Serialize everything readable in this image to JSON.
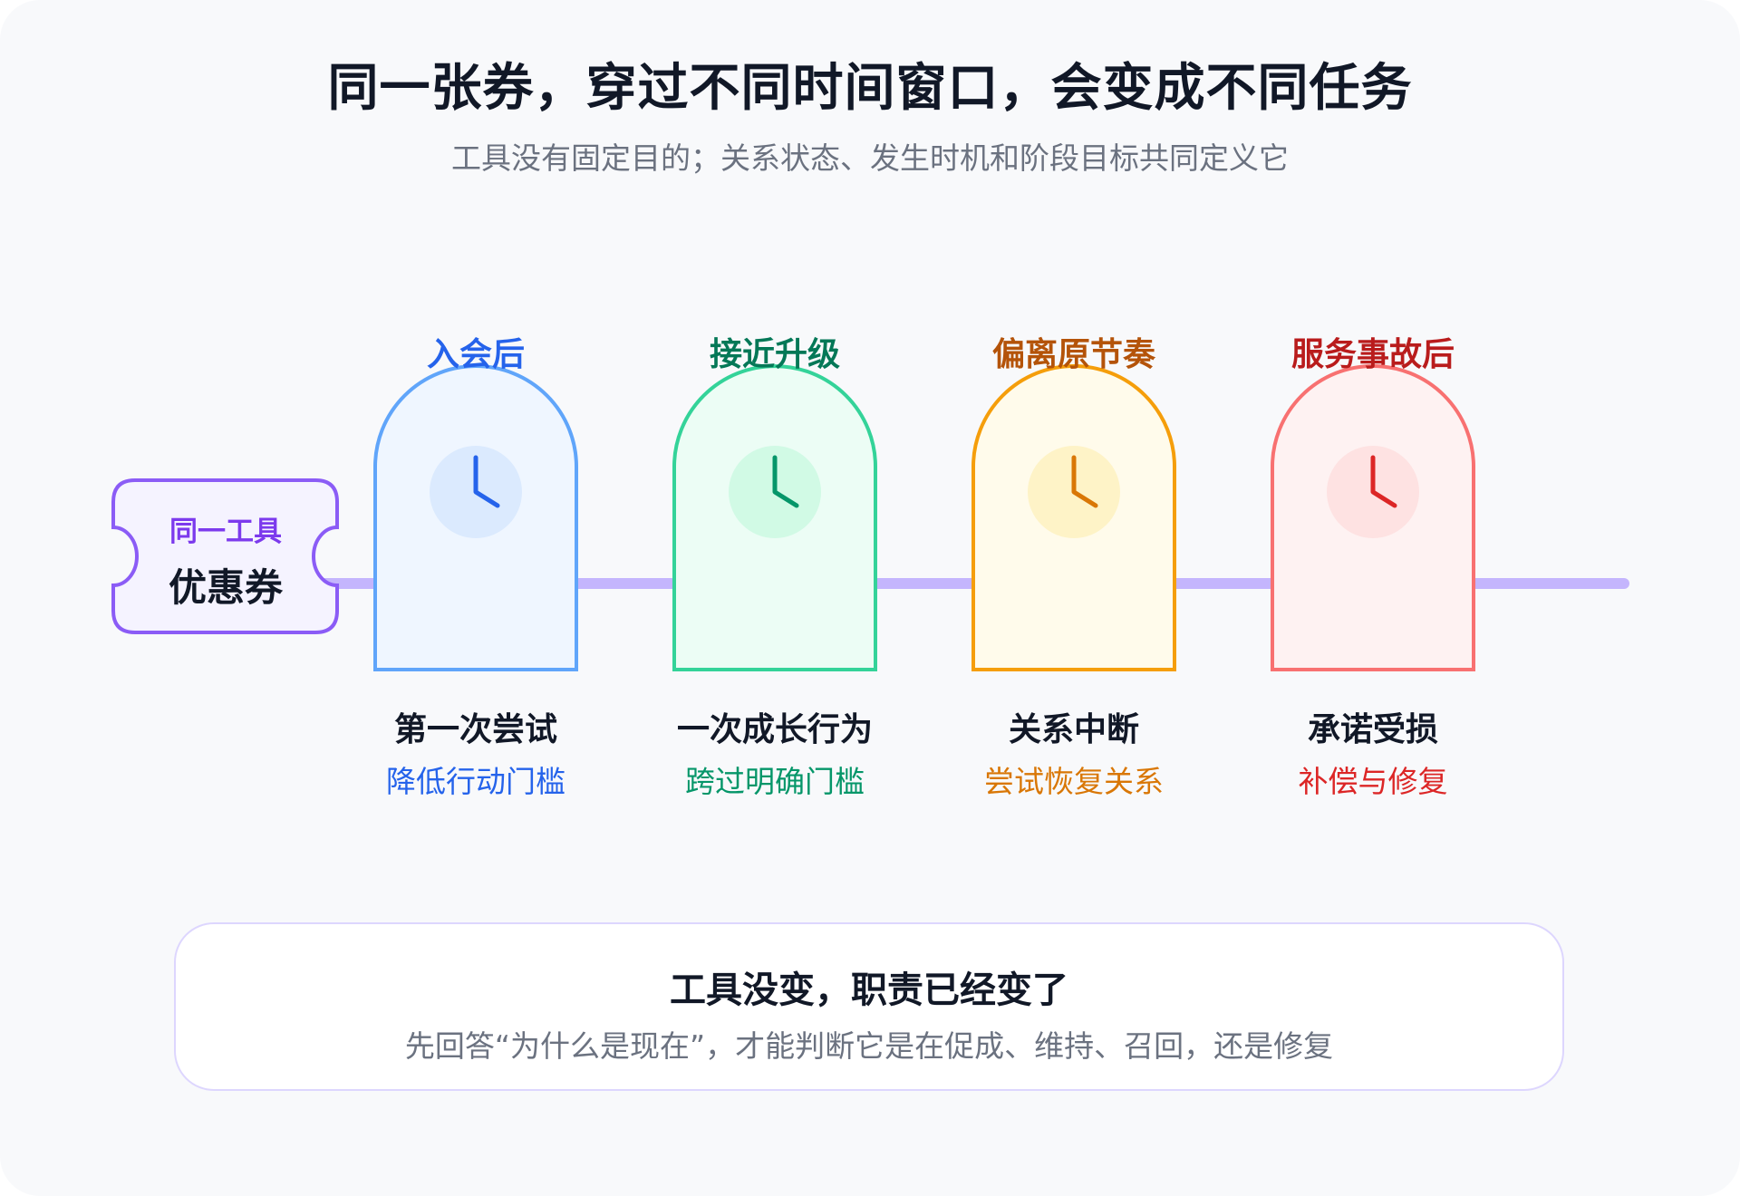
{
  "header": {
    "title": "同一张券，穿过不同时间窗口，会变成不同任务",
    "subtitle": "工具没有固定目的；关系状态、发生时机和阶段目标共同定义它"
  },
  "ticket": {
    "top_label": "同一工具",
    "main_label": "优惠券"
  },
  "nodes": [
    {
      "label": "入会后",
      "title": "第一次尝试",
      "desc": "降低行动门槛",
      "accent": "#2563eb",
      "stroke": "#60a5fa",
      "fill": "#eff6ff",
      "circle": "#dbeafe",
      "hand": "#2563eb",
      "desc_color": "#2563eb"
    },
    {
      "label": "接近升级",
      "title": "一次成长行为",
      "desc": "跨过明确门槛",
      "accent": "#047857",
      "stroke": "#34d399",
      "fill": "#ecfdf5",
      "circle": "#d1fae5",
      "hand": "#059669",
      "desc_color": "#059669"
    },
    {
      "label": "偏离原节奏",
      "title": "关系中断",
      "desc": "尝试恢复关系",
      "accent": "#b45309",
      "stroke": "#f59e0b",
      "fill": "#fffbeb",
      "circle": "#fef3c7",
      "hand": "#d97706",
      "desc_color": "#d97706"
    },
    {
      "label": "服务事故后",
      "title": "承诺受损",
      "desc": "补偿与修复",
      "accent": "#b91c1c",
      "stroke": "#f87171",
      "fill": "#fef2f2",
      "circle": "#fee2e2",
      "hand": "#dc2626",
      "desc_color": "#dc2626"
    }
  ],
  "summary": {
    "title": "工具没变，职责已经变了",
    "text": "先回答“为什么是现在”，才能判断它是在促成、维持、召回，还是修复"
  },
  "colors": {
    "timeline": "#c4b5fd",
    "ticket_stroke": "#8b5cf6",
    "ticket_fill": "#f5f3ff"
  }
}
